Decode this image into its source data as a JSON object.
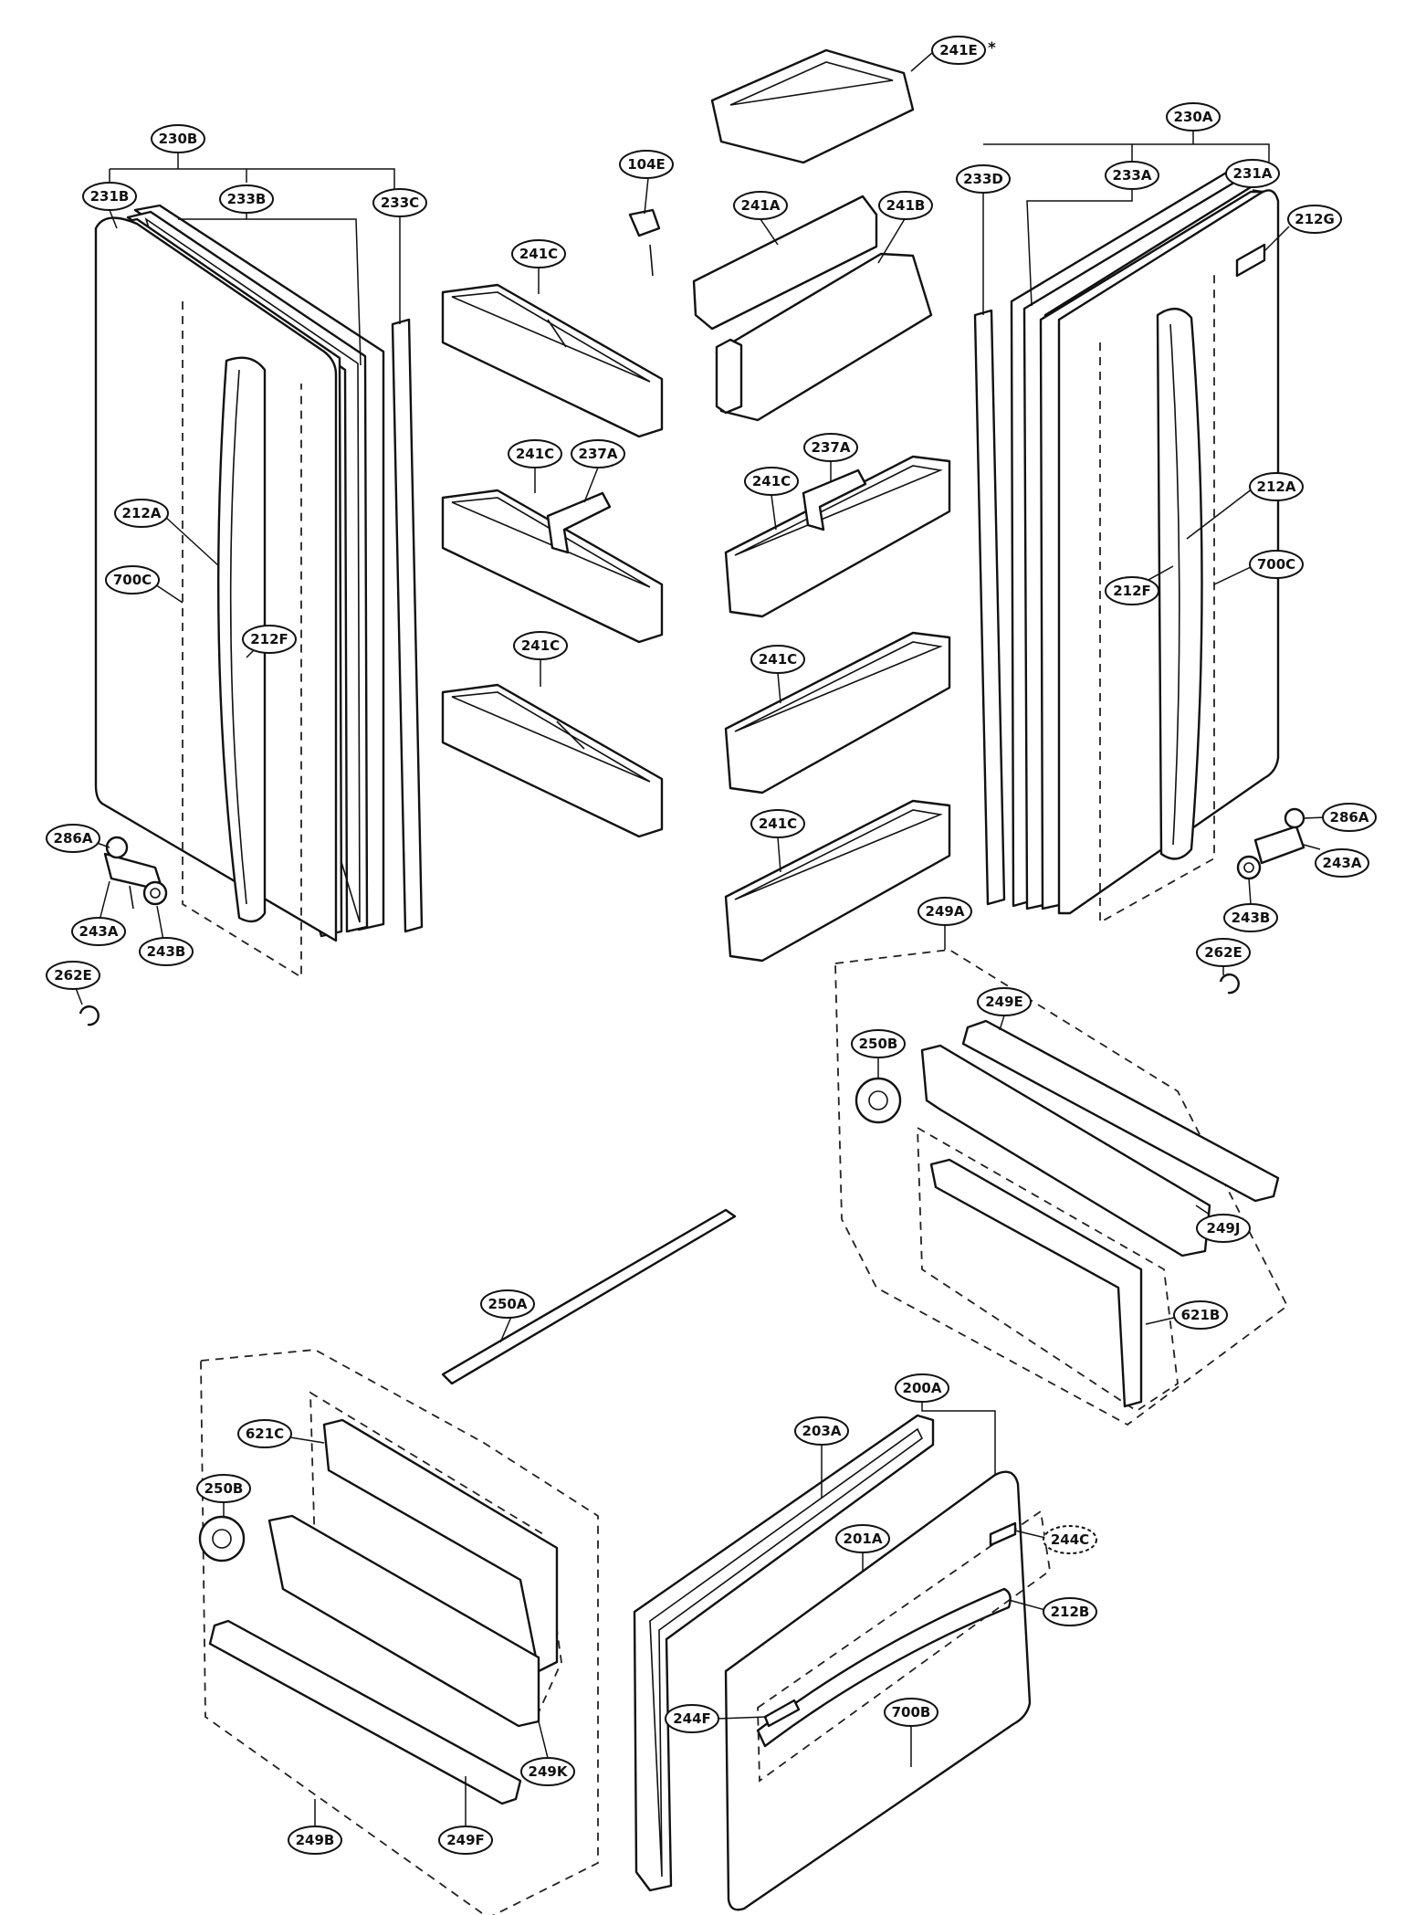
{
  "labels": {
    "l_241E": "241E",
    "l_230B": "230B",
    "l_231B": "231B",
    "l_233B": "233B",
    "l_233C": "233C",
    "l_104E": "104E",
    "l_241A": "241A",
    "l_241B": "241B",
    "l_230A": "230A",
    "l_233D": "233D",
    "l_233A": "233A",
    "l_231A": "231A",
    "l_212G": "212G",
    "l_241C_1": "241C",
    "l_241C_2": "241C",
    "l_237A_L": "237A",
    "l_237A_R": "237A",
    "l_241C_3": "241C",
    "l_241C_4": "241C",
    "l_241C_5": "241C",
    "l_241C_6": "241C",
    "l_212A_L": "212A",
    "l_700C_L": "700C",
    "l_212F_L": "212F",
    "l_212A_R": "212A",
    "l_700C_R": "700C",
    "l_212F_R": "212F",
    "l_286A_L": "286A",
    "l_243A_L": "243A",
    "l_243B_L": "243B",
    "l_262E_L": "262E",
    "l_286A_R": "286A",
    "l_243A_R": "243A",
    "l_243B_R": "243B",
    "l_262E_R": "262E",
    "l_249A": "249A",
    "l_249E": "249E",
    "l_250B_R": "250B",
    "l_249J": "249J",
    "l_621B": "621B",
    "l_250A": "250A",
    "l_621C": "621C",
    "l_250B_L": "250B",
    "l_249K": "249K",
    "l_249B": "249B",
    "l_249F": "249F",
    "l_200A": "200A",
    "l_203A": "203A",
    "l_201A": "201A",
    "l_244C": "244C",
    "l_212B": "212B",
    "l_244F": "244F",
    "l_700B": "700B"
  },
  "notes": {
    "asterisk": "*"
  }
}
